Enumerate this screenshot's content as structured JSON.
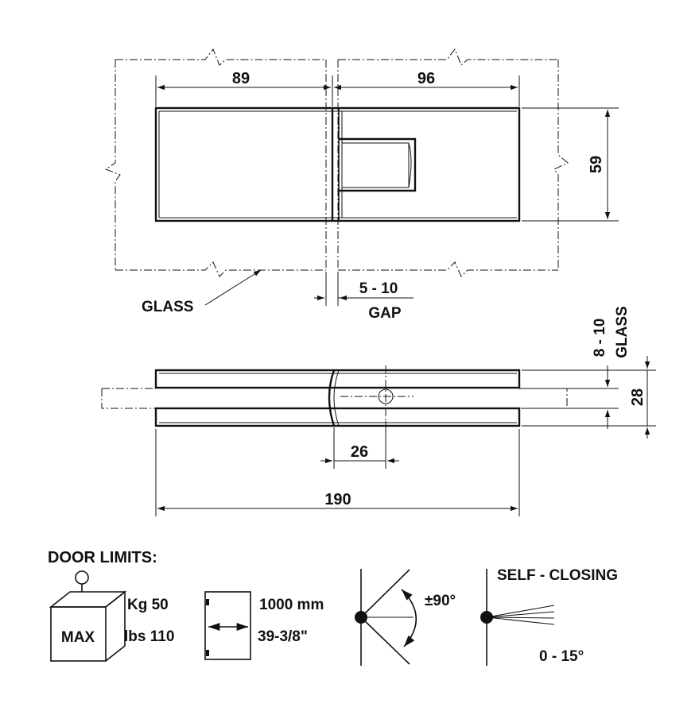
{
  "top_view": {
    "dim_left": "89",
    "dim_right": "96",
    "dim_height": "59",
    "glass_label": "GLASS",
    "gap_value": "5 - 10",
    "gap_label": "GAP"
  },
  "side_view": {
    "glass_thickness": "8 - 10",
    "glass_label": "GLASS",
    "dim_thickness": "28",
    "dim_pivot": "26",
    "dim_length": "190"
  },
  "limits": {
    "title": "DOOR LIMITS:",
    "weight_box_label": "MAX",
    "weight_kg": "Kg 50",
    "weight_lbs": "lbs 110",
    "width_mm": "1000 mm",
    "width_in": "39-3/8\"",
    "rotation": "±90°",
    "self_closing": "SELF - CLOSING",
    "closing_range": "0 - 15°"
  }
}
